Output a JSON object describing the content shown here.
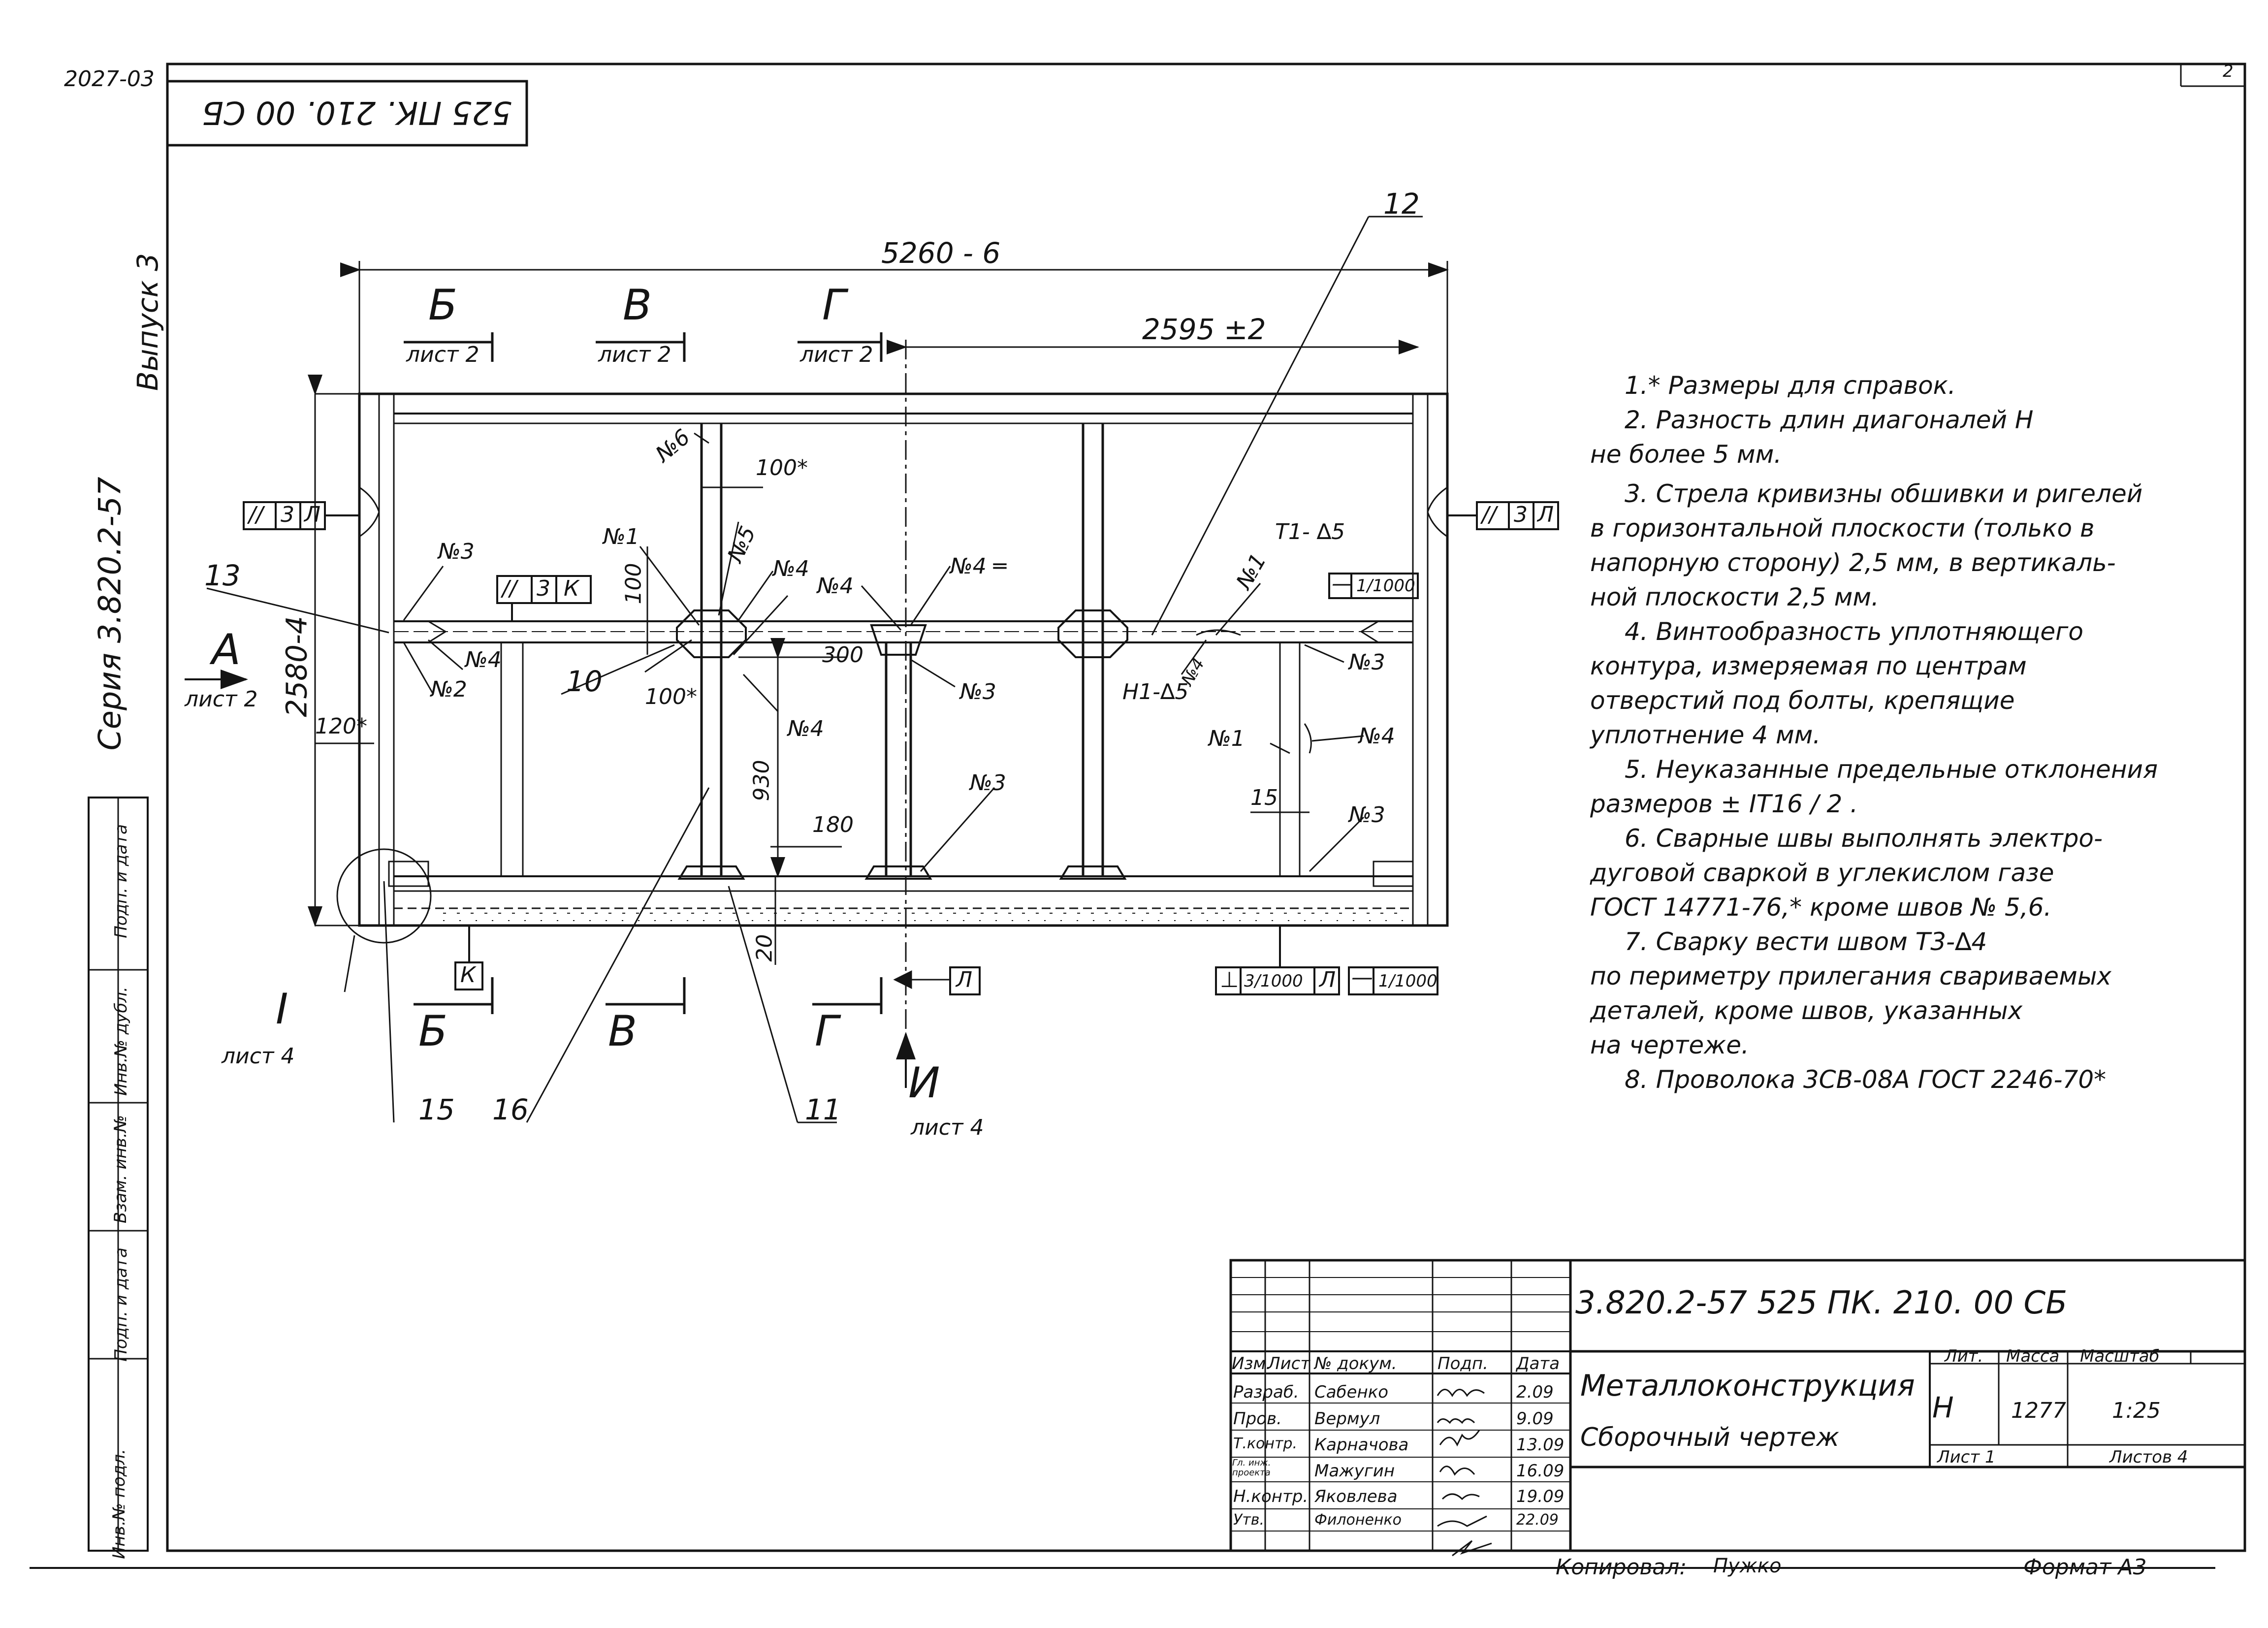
{
  "sheet": {
    "archive_number": "2027-03",
    "corner_mark": "2",
    "designation_inverted": "525 ПК. 210. 00 СБ",
    "left_series": "Серия 3.820.2-57",
    "left_issue": "Выпуск 3"
  },
  "left_strip": [
    "Инв.№ подл.",
    "Подп. и дата",
    "Взам. инв.№",
    "Инв.№ дубл.",
    "Подп. и дата"
  ],
  "drawing": {
    "dim_overall_width": "5260 - 6",
    "dim_2595": "2595 ±2",
    "dim_height": "2580-4",
    "dim_100_star_top": "100*",
    "dim_100": "100",
    "dim_100_star_mid": "100*",
    "dim_300": "300",
    "dim_930": "930",
    "dim_180": "180",
    "dim_15": "15",
    "dim_20": "20",
    "dim_120_star": "120*",
    "section_b": "Б",
    "section_v": "В",
    "section_g": "Г",
    "section_sheet": "лист 2",
    "view_a": "А",
    "view_a_sheet": "лист 2",
    "view_i": "I",
    "view_i_sheet": "лист 4",
    "view_n": "И",
    "view_n_sheet": "лист 4",
    "pos_12": "12",
    "pos_13": "13",
    "pos_10": "10",
    "pos_11": "11",
    "pos_15": "15",
    "pos_16": "16",
    "weld_n1": "№1",
    "weld_n2": "№2",
    "weld_n3": "№3",
    "weld_n4": "№4",
    "weld_n5": "№5",
    "weld_n6": "№6",
    "weld_n4_eq": "№4 ═",
    "weld_t1": "Т1- ∆5",
    "weld_n1_d5": "Н1-∆5",
    "tol_1_1000": "1/1000",
    "tol_3_1000": "3/1000",
    "tol_par_a": "//",
    "tol_3": "3",
    "tol_L": "Л",
    "tol_K": "К",
    "tol_perp": "⊥",
    "tol_dash": "—"
  },
  "notes": [
    "1.* Размеры для справок.",
    "2. Разность длин диагоналей Н",
    "не более  5 мм.",
    "3. Стрела кривизны обшивки и ригелей",
    "в горизонтальной плоскости (только в",
    "напорную сторону) 2,5 мм, в вертикаль-",
    "ной плоскости 2,5 мм.",
    "4. Винтообразность уплотняющего",
    "контура, измеряемая по центрам",
    "отверстий под болты, крепящие",
    "уплотнение  4 мм.",
    "5. Неуказанные предельные отклонения",
    "размеров  ± IT16 / 2 .",
    "6. Сварные швы выполнять электро-",
    "дуговой сваркой в углекислом газе",
    "ГОСТ 14771-76,* кроме швов № 5,6.",
    "7. Сварку вести швом Т3-∆4",
    "по периметру прилегания свариваемых",
    "деталей, кроме швов, указанных",
    "на чертеже.",
    "8. Проволока 3СВ-08А ГОСТ 2246-70*"
  ],
  "title_block": {
    "code": "3.820.2-57   525 ПК. 210. 00 СБ",
    "name_line1": "Металлоконструкция",
    "name_line2": "Сборочный  чертеж",
    "col_lit": "Лит.",
    "col_mass": "Масса",
    "col_scale": "Масштаб",
    "lit_value": "Н",
    "mass_value": "1277",
    "scale_value": "1:25",
    "sheet_label": "Лист 1",
    "sheets_label": "Листов 4",
    "hdr_izm": "Изм.",
    "hdr_list": "Лист",
    "hdr_doc": "№ докум.",
    "hdr_sign": "Подп.",
    "hdr_date": "Дата",
    "rows": [
      {
        "role": "Разраб.",
        "name": "Сабенко",
        "date": "2.09"
      },
      {
        "role": "Пров.",
        "name": "Вермул",
        "date": "9.09"
      },
      {
        "role": "Т.контр.",
        "name": "Карначова",
        "date": "13.09"
      },
      {
        "role": "Гл. инж. проекта",
        "name": "Мажугин",
        "date": "16.09"
      },
      {
        "role": "Н.контр.",
        "name": "Яковлева",
        "date": "19.09"
      },
      {
        "role": "Утв.",
        "name": "Филоненко",
        "date": "22.09"
      }
    ]
  },
  "footer": {
    "copied_label": "Копировал:",
    "copied_name": "Пужко",
    "format": "Формат А3"
  }
}
